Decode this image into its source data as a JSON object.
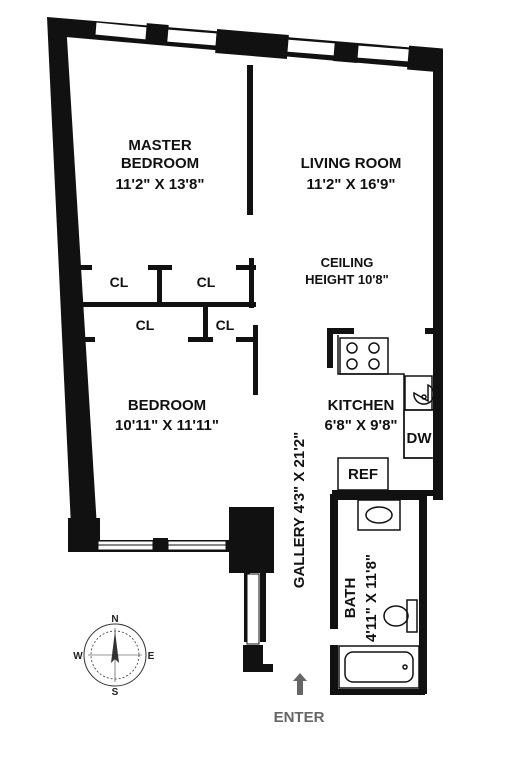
{
  "rooms": {
    "master_bedroom": {
      "name_line1": "MASTER",
      "name_line2": "BEDROOM",
      "size": "11'2\" X 13'8\""
    },
    "living_room": {
      "name": "LIVING ROOM",
      "size": "11'2\" X 16'9\""
    },
    "ceiling": {
      "line1": "CEILING",
      "line2": "HEIGHT 10'8\""
    },
    "bedroom": {
      "name": "BEDROOM",
      "size": "10'11\" X 11'11\""
    },
    "kitchen": {
      "name": "KITCHEN",
      "size": "6'8\" X 9'8\""
    },
    "gallery": {
      "label": "GALLERY 4'3\" X 21'2\""
    },
    "bath": {
      "name": "BATH",
      "size": "4'11\" X 11'8\""
    }
  },
  "closets": [
    "CL",
    "CL",
    "CL",
    "CL"
  ],
  "appliances": {
    "dishwasher": "DW",
    "refrigerator": "REF"
  },
  "entry": {
    "label": "ENTER"
  },
  "compass": {
    "north": "N",
    "south": "S",
    "east": "E",
    "west": "W"
  },
  "colors": {
    "wall": "#111111",
    "text": "#111111",
    "arrow": "#666666",
    "enter_text": "#666666"
  }
}
